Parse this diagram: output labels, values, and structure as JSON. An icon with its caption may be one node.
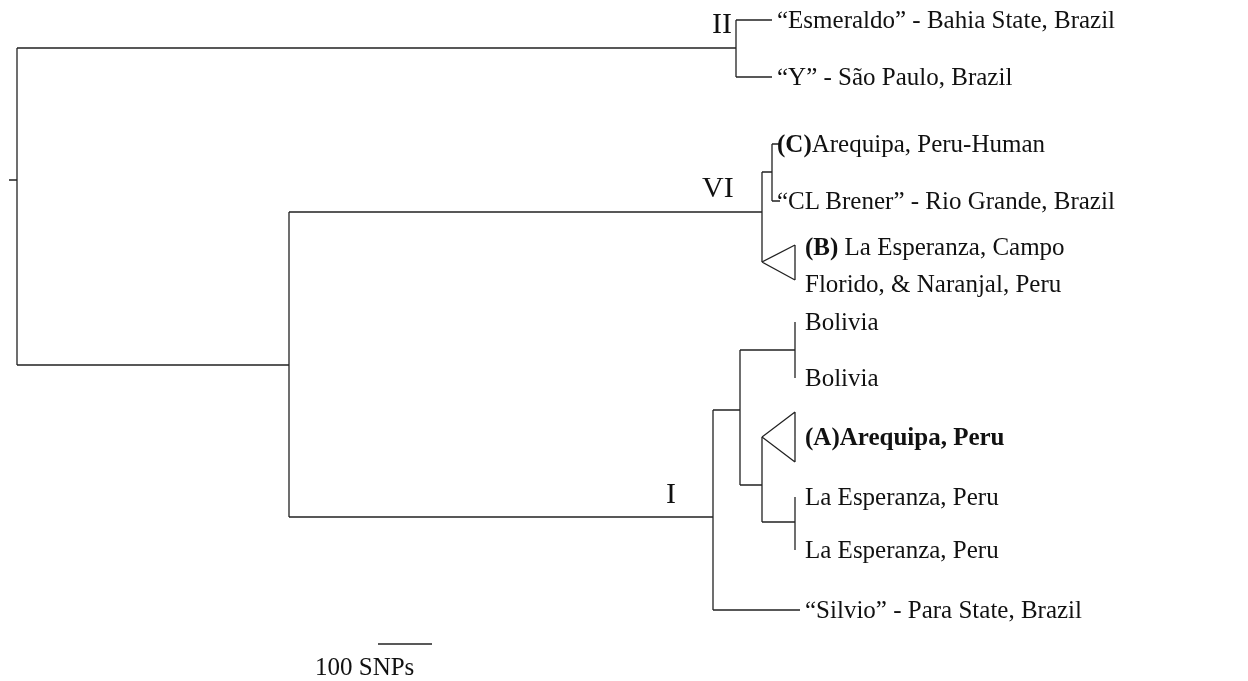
{
  "diagram": {
    "labels": [
      "II",
      "“Esmeraldo” - Bahia State, Brazil",
      "“Y” - São Paulo, Brazil",
      "**(C)**Arequipa, Peru-Human",
      "VI",
      "“CL Brener” - Rio Grande, Brazil",
      "**(B)** La Esperanza, Campo Florido, & Naranjal, Peru",
      "Bolivia",
      "Bolivia",
      "(A)Arequipa, Peru",
      "I",
      "La Esperanza, Peru",
      "La Esperanza, Peru",
      "“Silvio” - Para State, Brazil",
      "100 SNPs"
    ]
  }
}
